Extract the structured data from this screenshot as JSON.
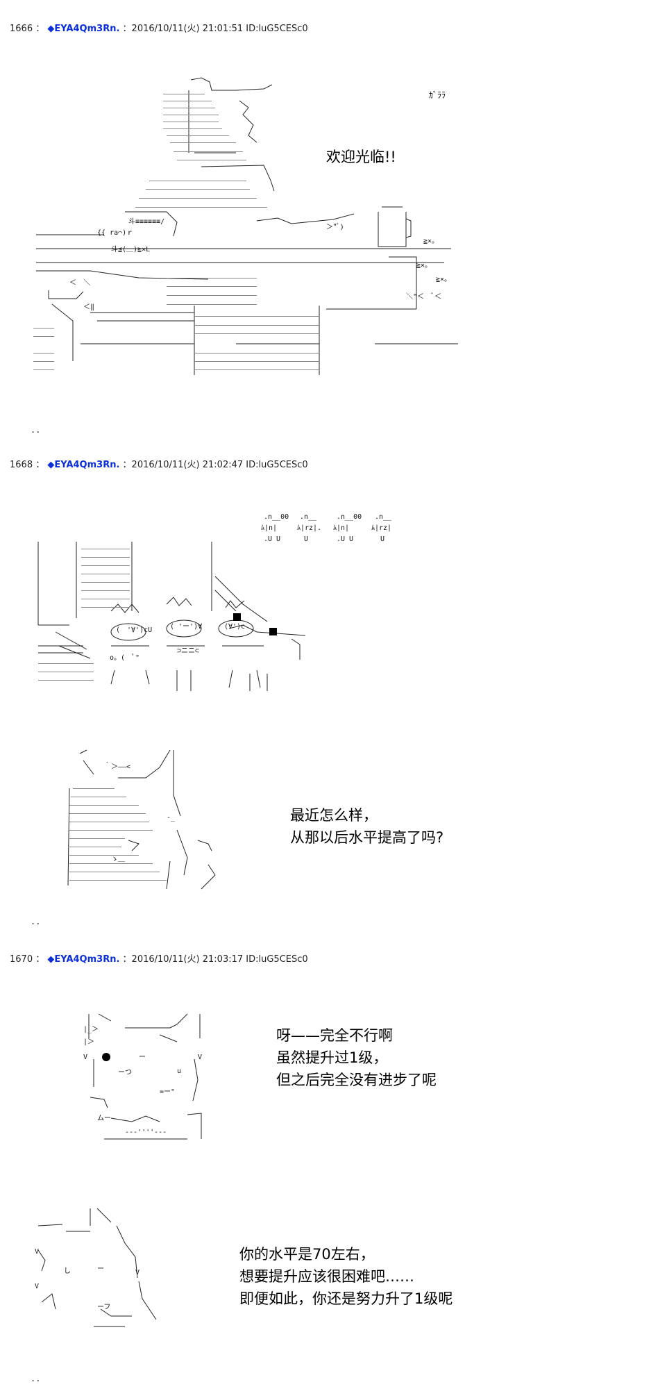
{
  "posts": [
    {
      "number": "1666",
      "separator": "：",
      "name": "EYA4Qm3Rn.",
      "marker": "◆",
      "datetime": "：2016/10/11(火) 21:01:51 ID:luG5CESc0",
      "sfx": "ｶﾞﾗﾗ",
      "speech": "欢迎光临!!"
    },
    {
      "number": "1668",
      "separator": "：",
      "name": "EYA4Qm3Rn.",
      "marker": "◆",
      "datetime": "：2016/10/11(火) 21:02:47 ID:luG5CESc0",
      "speech": [
        "最近怎么样，",
        "从那以后水平提高了吗?"
      ]
    },
    {
      "number": "1670",
      "separator": "：",
      "name": "EYA4Qm3Rn.",
      "marker": "◆",
      "datetime": "：2016/10/11(火) 21:03:17 ID:luG5CESc0",
      "speech1": [
        "呀——完全不行啊",
        "虽然提升过1级，",
        "但之后完全没有进步了呢"
      ],
      "speech2": [
        "你的水平是70左右，",
        "想要提升应该很困难吧……",
        "即便如此，你还是努力升了1级呢"
      ]
    }
  ],
  "trailing_dots": ".."
}
